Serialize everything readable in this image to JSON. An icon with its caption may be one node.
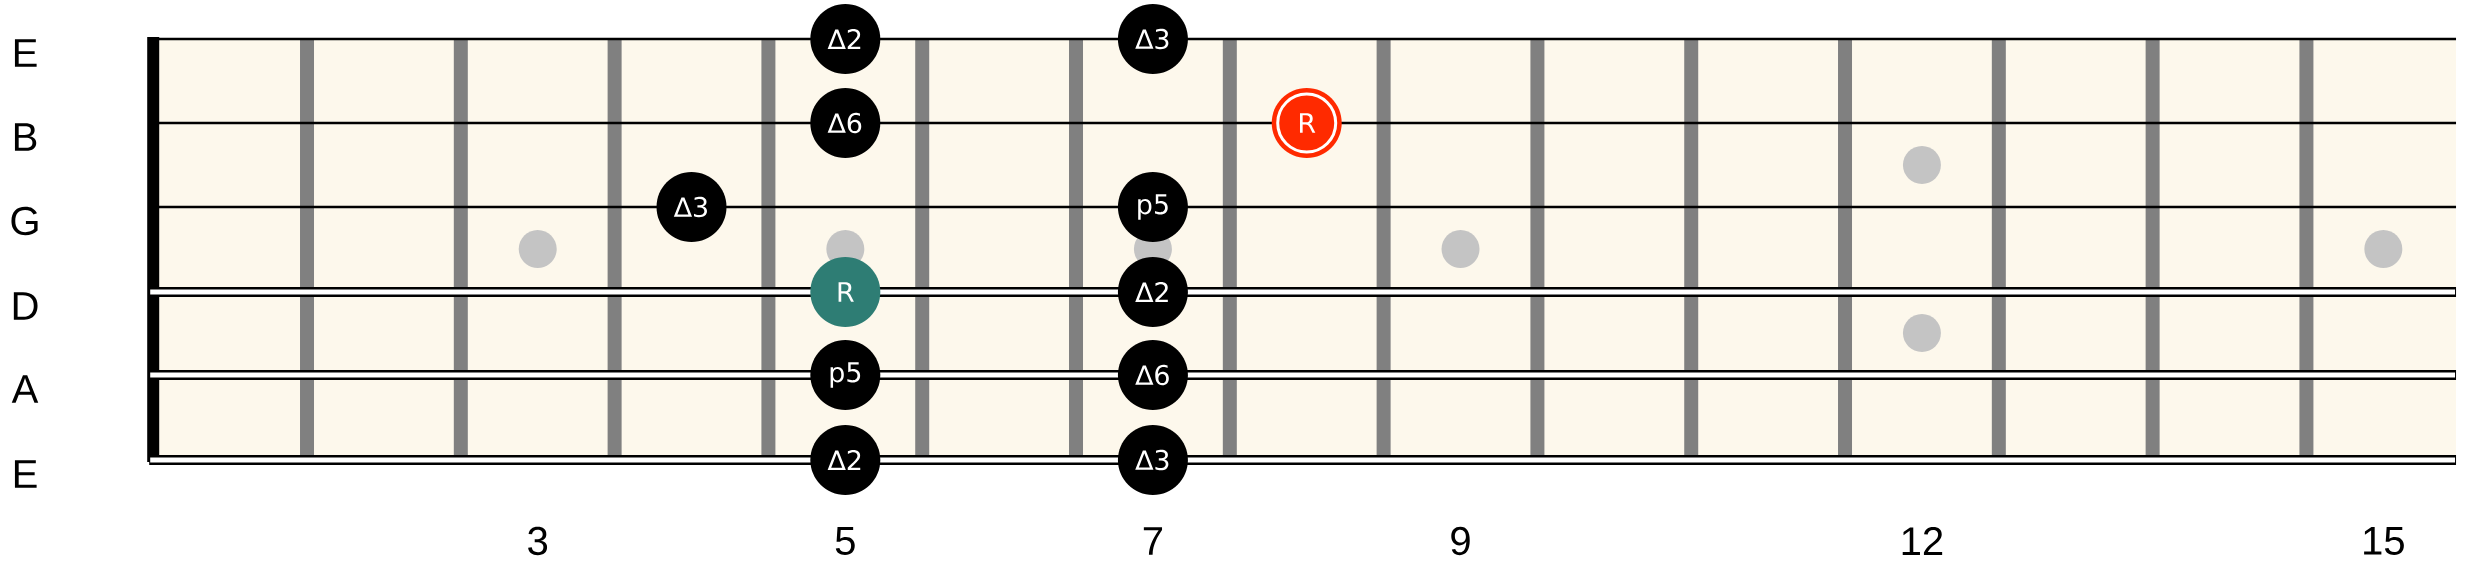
{
  "diagram": {
    "nodes": [
      {
        "text": [
          "∆2"
        ]
      },
      {
        "text": [
          "∆3"
        ]
      },
      {
        "text": [
          "∆6"
        ]
      },
      {
        "text": [
          "R"
        ]
      },
      {
        "text": [
          "∆3"
        ]
      },
      {
        "text": [
          "p5"
        ]
      },
      {
        "text": [
          "R"
        ]
      },
      {
        "text": [
          "∆2"
        ]
      },
      {
        "text": [
          "p5"
        ]
      },
      {
        "text": [
          "∆6"
        ]
      },
      {
        "text": [
          "∆2"
        ]
      },
      {
        "text": [
          "∆3"
        ]
      }
    ],
    "labels": [
      "E",
      "B",
      "G",
      "D",
      "A",
      "E",
      "3",
      "5",
      "7",
      "9",
      "12",
      "15"
    ]
  }
}
